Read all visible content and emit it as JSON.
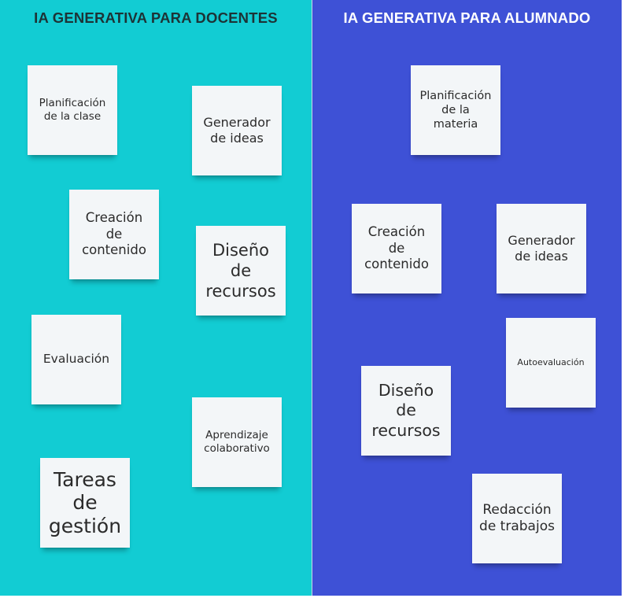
{
  "panels": {
    "left": {
      "title": "IA GENERATIVA PARA DOCENTES",
      "notes": [
        "Planificación de la clase",
        "Generador de ideas",
        "Creación de contenido",
        "Diseño de recursos",
        "Evaluación",
        "Aprendizaje colaborativo",
        "Tareas de gestión"
      ]
    },
    "right": {
      "title": "IA GENERATIVA PARA ALUMNADO",
      "notes": [
        "Planificación de la materia",
        "Creación de contenido",
        "Generador de ideas",
        "Autoevaluación",
        "Diseño de recursos",
        "Redacción de trabajos"
      ]
    }
  },
  "colors": {
    "left_background": "#12ccd3",
    "right_background": "#3e51d6",
    "note": "#f3f6f8"
  }
}
